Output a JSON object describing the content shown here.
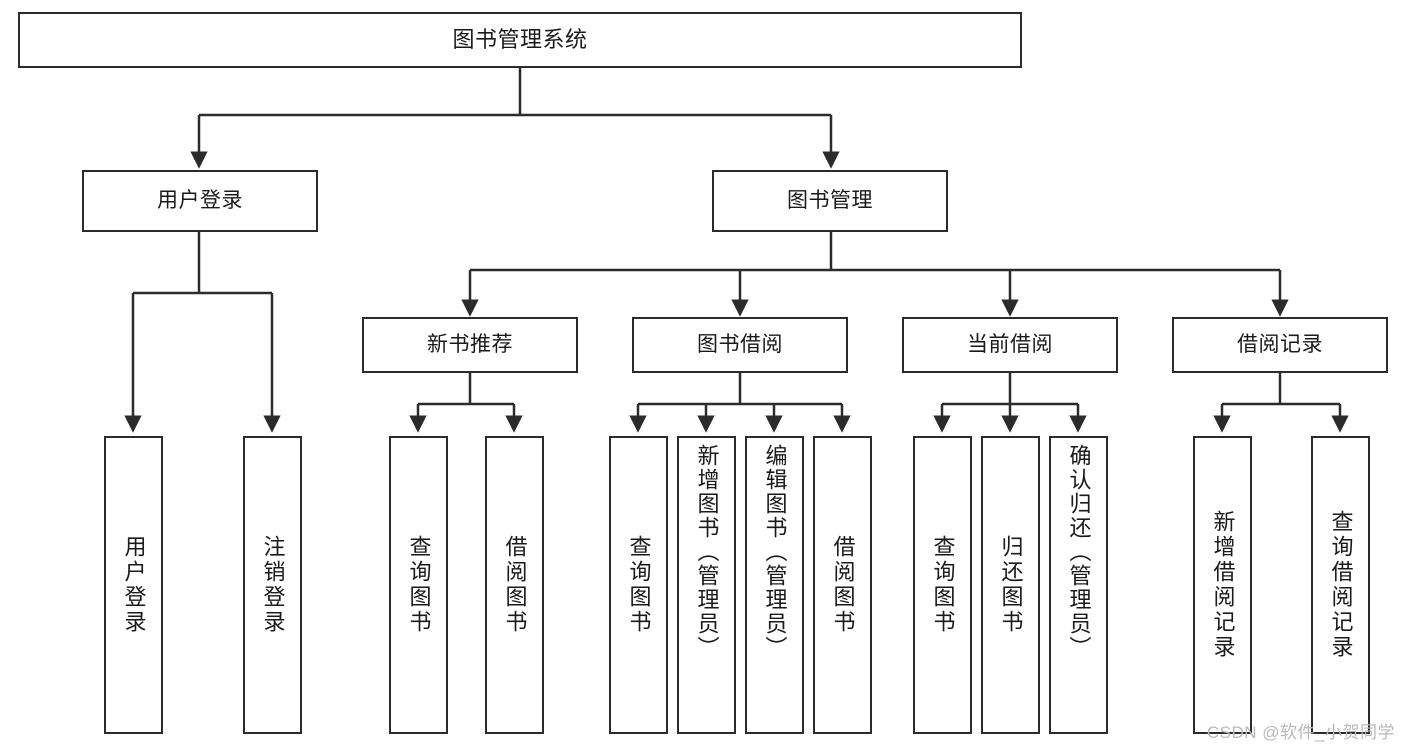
{
  "diagram": {
    "title": "图书管理系统",
    "type": "hierarchy-tree",
    "watermark": "CSDN @软件_小贺同学",
    "colors": {
      "stroke": "#2b2b2b",
      "background": "#ffffff",
      "text": "#1a1a1a",
      "watermark": "#b9b9b9"
    },
    "levels": {
      "root": {
        "label": "图书管理系统"
      },
      "level2": [
        {
          "id": "user-login",
          "label": "用户登录"
        },
        {
          "id": "book-manage",
          "label": "图书管理"
        }
      ],
      "level3": [
        {
          "id": "new-book-recommend",
          "label": "新书推荐",
          "parent": "book-manage"
        },
        {
          "id": "book-borrow",
          "label": "图书借阅",
          "parent": "book-manage"
        },
        {
          "id": "current-borrow",
          "label": "当前借阅",
          "parent": "book-manage"
        },
        {
          "id": "borrow-record",
          "label": "借阅记录",
          "parent": "book-manage"
        }
      ],
      "leaves": [
        {
          "id": "leaf-user-login",
          "label": "用户登录",
          "parent": "user-login"
        },
        {
          "id": "leaf-logout-login",
          "label": "注销登录",
          "parent": "user-login"
        },
        {
          "id": "leaf-query-book-1",
          "label": "查询图书",
          "parent": "new-book-recommend"
        },
        {
          "id": "leaf-borrow-book-1",
          "label": "借阅图书",
          "parent": "new-book-recommend"
        },
        {
          "id": "leaf-query-book-2",
          "label": "查询图书",
          "parent": "book-borrow"
        },
        {
          "id": "leaf-add-book",
          "label": "新增图书（管理员）",
          "parent": "book-borrow"
        },
        {
          "id": "leaf-edit-book",
          "label": "编辑图书（管理员）",
          "parent": "book-borrow"
        },
        {
          "id": "leaf-borrow-book-2",
          "label": "借阅图书",
          "parent": "book-borrow"
        },
        {
          "id": "leaf-query-book-3",
          "label": "查询图书",
          "parent": "current-borrow"
        },
        {
          "id": "leaf-return-book",
          "label": "归还图书",
          "parent": "current-borrow"
        },
        {
          "id": "leaf-confirm-return",
          "label": "确认归还（管理员）",
          "parent": "current-borrow"
        },
        {
          "id": "leaf-add-record",
          "label": "新增借阅记录",
          "parent": "borrow-record"
        },
        {
          "id": "leaf-query-record",
          "label": "查询借阅记录",
          "parent": "borrow-record"
        }
      ]
    }
  }
}
